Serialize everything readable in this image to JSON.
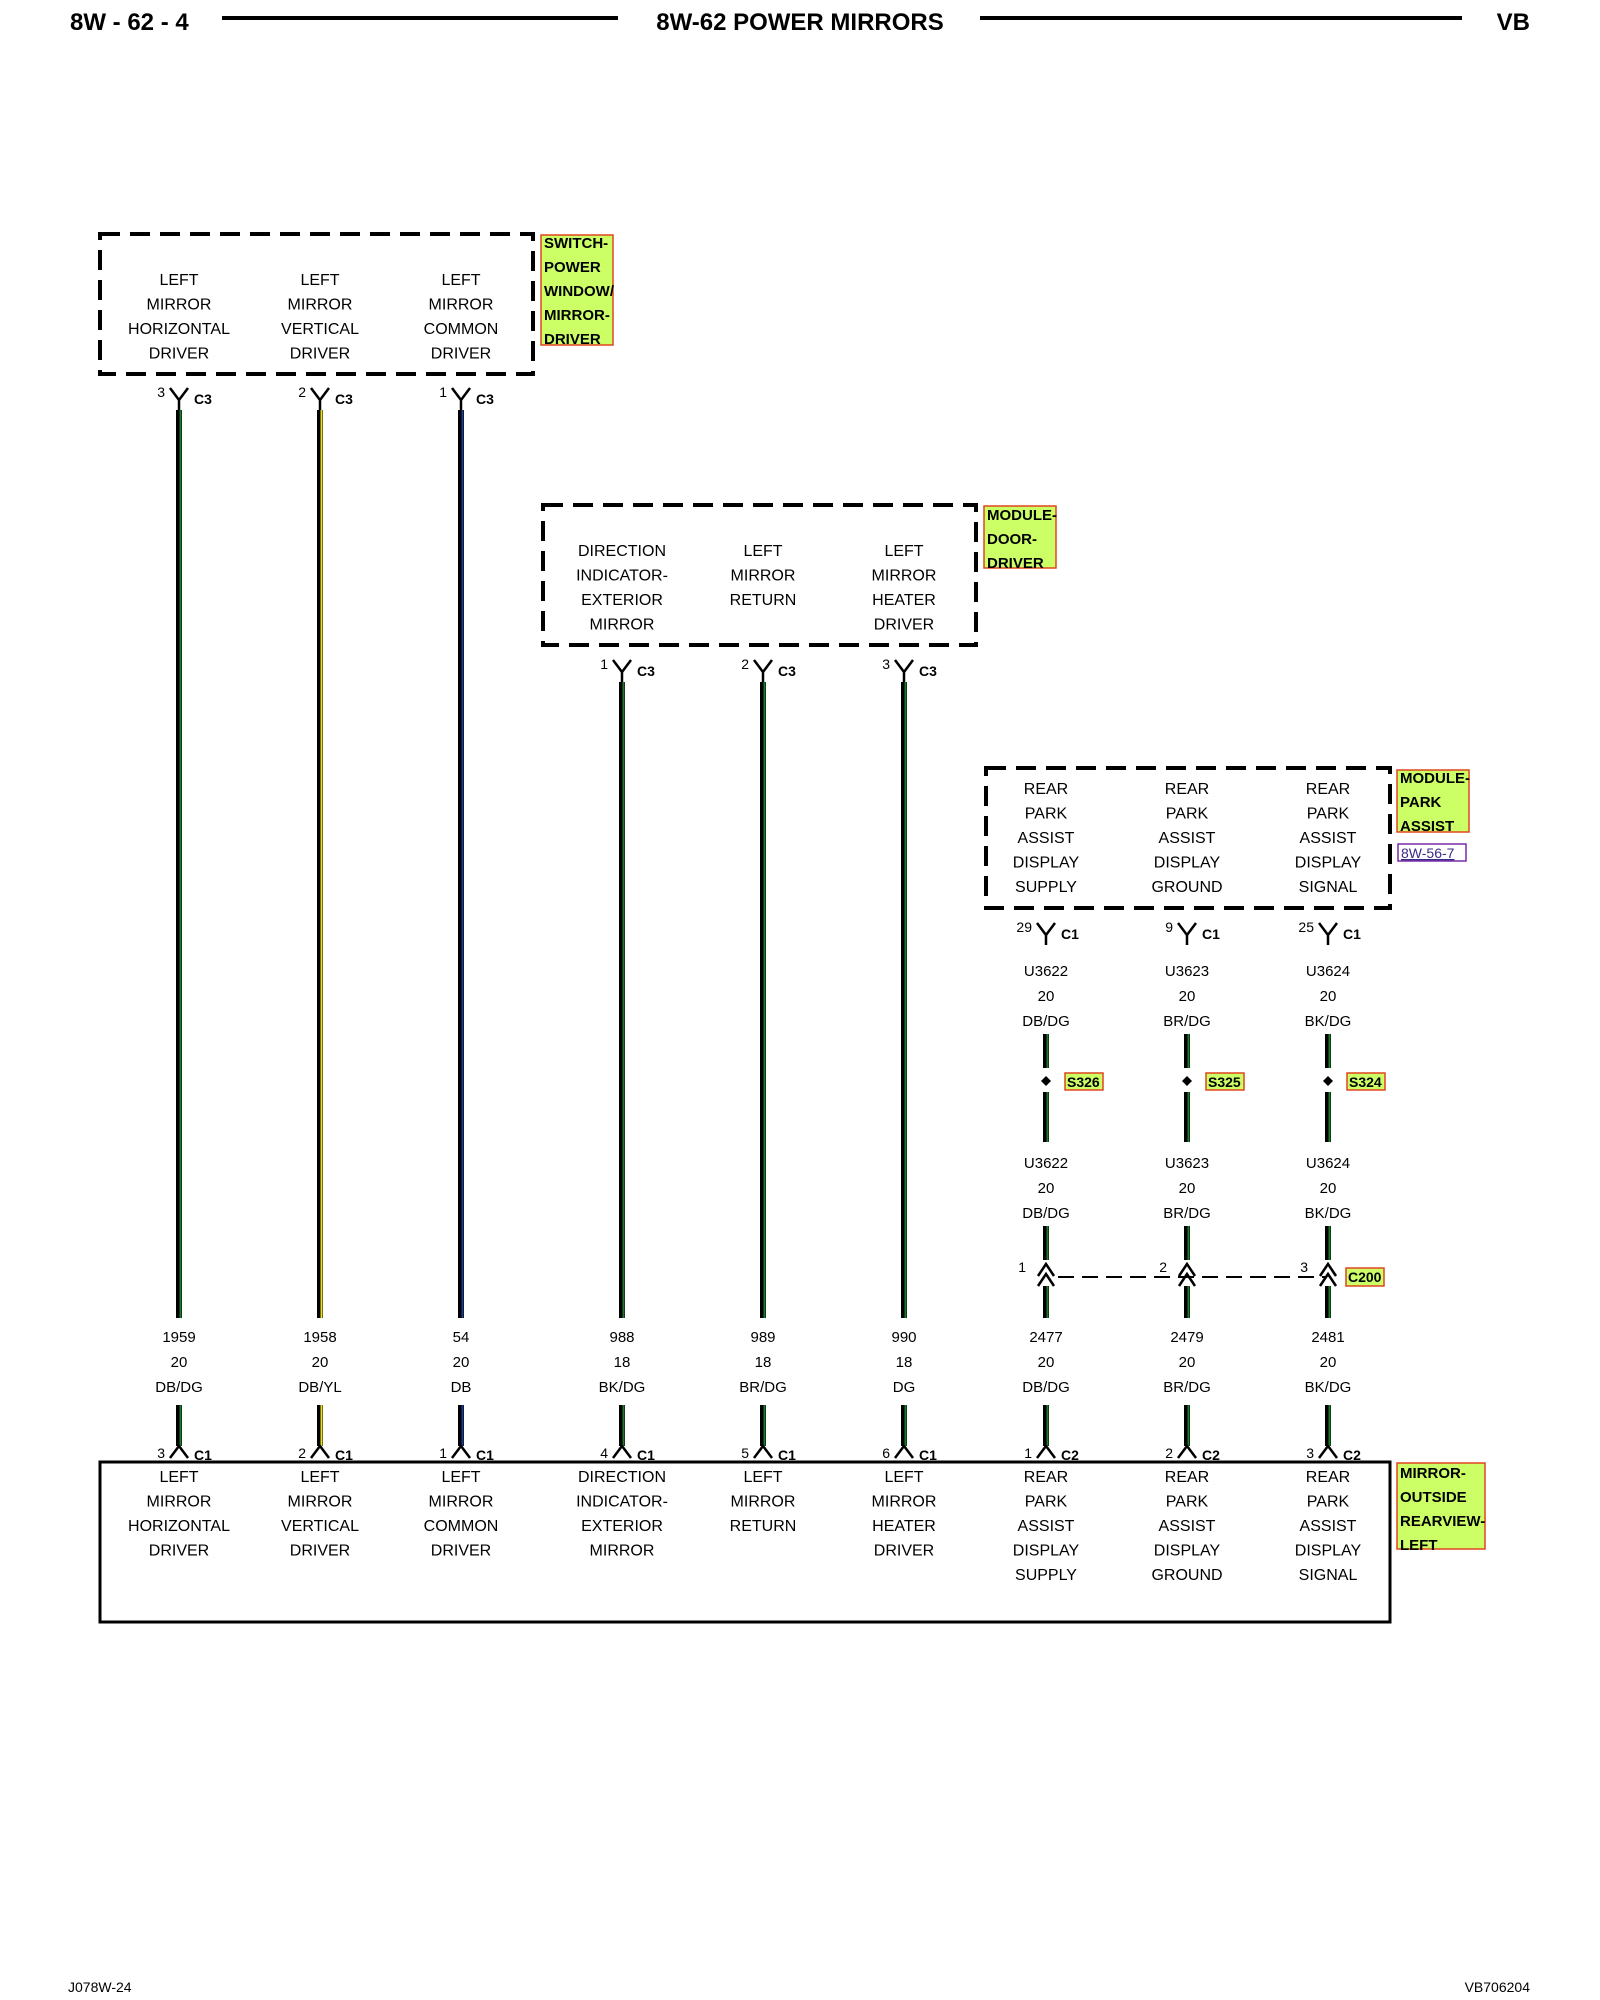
{
  "header": {
    "left": "8W - 62 - 4",
    "title": "8W-62 POWER MIRRORS",
    "right": "VB"
  },
  "footer": {
    "left": "J078W-24",
    "right": "VB706204"
  },
  "colors": {
    "tag_fill": "#ccff66",
    "tag_border": "#e0451f",
    "ref_border": "#7a2aa8",
    "green": "#1e7a2a",
    "yellow": "#e8e021",
    "blue": "#1e3a8a",
    "brown": "#7a4a1a",
    "black": "#000000"
  },
  "components": {
    "switch": {
      "tag_lines": [
        "SWITCH-",
        "POWER",
        "WINDOW/",
        "MIRROR-",
        "DRIVER"
      ]
    },
    "door_module": {
      "tag_lines": [
        "MODULE-",
        "DOOR-",
        "DRIVER"
      ]
    },
    "park_module": {
      "tag_lines": [
        "MODULE-",
        "PARK",
        "ASSIST"
      ],
      "reference": "8W-56-7"
    },
    "mirror": {
      "tag_lines": [
        "MIRROR-",
        "OUTSIDE",
        "REARVIEW-",
        "LEFT"
      ]
    }
  },
  "circuits": [
    {
      "id": "c1959",
      "src": "switch",
      "src_lines": [
        "LEFT",
        "MIRROR",
        "HORIZONTAL",
        "DRIVER"
      ],
      "src_pin": "3",
      "src_conn": "C3",
      "wire": {
        "num": "1959",
        "gauge": "20",
        "color": "DB/DG"
      },
      "dest_pin": "3",
      "dest_conn": "C1",
      "dest_lines": [
        "LEFT",
        "MIRROR",
        "HORIZONTAL",
        "DRIVER"
      ],
      "stripe": "green"
    },
    {
      "id": "c1958",
      "src": "switch",
      "src_lines": [
        "LEFT",
        "MIRROR",
        "VERTICAL",
        "DRIVER"
      ],
      "src_pin": "2",
      "src_conn": "C3",
      "wire": {
        "num": "1958",
        "gauge": "20",
        "color": "DB/YL"
      },
      "dest_pin": "2",
      "dest_conn": "C1",
      "dest_lines": [
        "LEFT",
        "MIRROR",
        "VERTICAL",
        "DRIVER"
      ],
      "stripe": "yellow"
    },
    {
      "id": "c54",
      "src": "switch",
      "src_lines": [
        "LEFT",
        "MIRROR",
        "COMMON",
        "DRIVER"
      ],
      "src_pin": "1",
      "src_conn": "C3",
      "wire": {
        "num": "54",
        "gauge": "20",
        "color": "DB"
      },
      "dest_pin": "1",
      "dest_conn": "C1",
      "dest_lines": [
        "LEFT",
        "MIRROR",
        "COMMON",
        "DRIVER"
      ],
      "stripe": "blue"
    },
    {
      "id": "c988",
      "src": "door",
      "src_lines": [
        "DIRECTION",
        "INDICATOR-",
        "EXTERIOR",
        "MIRROR"
      ],
      "src_pin": "1",
      "src_conn": "C3",
      "wire": {
        "num": "988",
        "gauge": "18",
        "color": "BK/DG"
      },
      "dest_pin": "4",
      "dest_conn": "C1",
      "dest_lines": [
        "DIRECTION",
        "INDICATOR-",
        "EXTERIOR",
        "MIRROR"
      ],
      "stripe": "green"
    },
    {
      "id": "c989",
      "src": "door",
      "src_lines": [
        "LEFT",
        "MIRROR",
        "RETURN"
      ],
      "src_pin": "2",
      "src_conn": "C3",
      "wire": {
        "num": "989",
        "gauge": "18",
        "color": "BR/DG"
      },
      "dest_pin": "5",
      "dest_conn": "C1",
      "dest_lines": [
        "LEFT",
        "MIRROR",
        "RETURN"
      ],
      "stripe": "green"
    },
    {
      "id": "c990",
      "src": "door",
      "src_lines": [
        "LEFT",
        "MIRROR",
        "HEATER",
        "DRIVER"
      ],
      "src_pin": "3",
      "src_conn": "C3",
      "wire": {
        "num": "990",
        "gauge": "18",
        "color": "DG"
      },
      "dest_pin": "6",
      "dest_conn": "C1",
      "dest_lines": [
        "LEFT",
        "MIRROR",
        "HEATER",
        "DRIVER"
      ],
      "stripe": "green"
    },
    {
      "id": "c2477",
      "src": "park",
      "src_lines": [
        "REAR",
        "PARK",
        "ASSIST",
        "DISPLAY",
        "SUPPLY"
      ],
      "src_pin": "29",
      "src_conn": "C1",
      "upper": {
        "num": "U3622",
        "gauge": "20",
        "color": "DB/DG"
      },
      "splice": "S326",
      "lower": {
        "num": "U3622",
        "gauge": "20",
        "color": "DB/DG"
      },
      "inline_pin": "1",
      "wire": {
        "num": "2477",
        "gauge": "20",
        "color": "DB/DG"
      },
      "dest_pin": "1",
      "dest_conn": "C2",
      "dest_lines": [
        "REAR",
        "PARK",
        "ASSIST",
        "DISPLAY",
        "SUPPLY"
      ],
      "stripe": "green"
    },
    {
      "id": "c2479",
      "src": "park",
      "src_lines": [
        "REAR",
        "PARK",
        "ASSIST",
        "DISPLAY",
        "GROUND"
      ],
      "src_pin": "9",
      "src_conn": "C1",
      "upper": {
        "num": "U3623",
        "gauge": "20",
        "color": "BR/DG"
      },
      "splice": "S325",
      "lower": {
        "num": "U3623",
        "gauge": "20",
        "color": "BR/DG"
      },
      "inline_pin": "2",
      "wire": {
        "num": "2479",
        "gauge": "20",
        "color": "BR/DG"
      },
      "dest_pin": "2",
      "dest_conn": "C2",
      "dest_lines": [
        "REAR",
        "PARK",
        "ASSIST",
        "DISPLAY",
        "GROUND"
      ],
      "stripe": "green"
    },
    {
      "id": "c2481",
      "src": "park",
      "src_lines": [
        "REAR",
        "PARK",
        "ASSIST",
        "DISPLAY",
        "SIGNAL"
      ],
      "src_pin": "25",
      "src_conn": "C1",
      "upper": {
        "num": "U3624",
        "gauge": "20",
        "color": "BK/DG"
      },
      "splice": "S324",
      "lower": {
        "num": "U3624",
        "gauge": "20",
        "color": "BK/DG"
      },
      "inline_pin": "3",
      "wire": {
        "num": "2481",
        "gauge": "20",
        "color": "BK/DG"
      },
      "dest_pin": "3",
      "dest_conn": "C2",
      "dest_lines": [
        "REAR",
        "PARK",
        "ASSIST",
        "DISPLAY",
        "SIGNAL"
      ],
      "stripe": "green"
    }
  ],
  "inline_connector": "C200"
}
